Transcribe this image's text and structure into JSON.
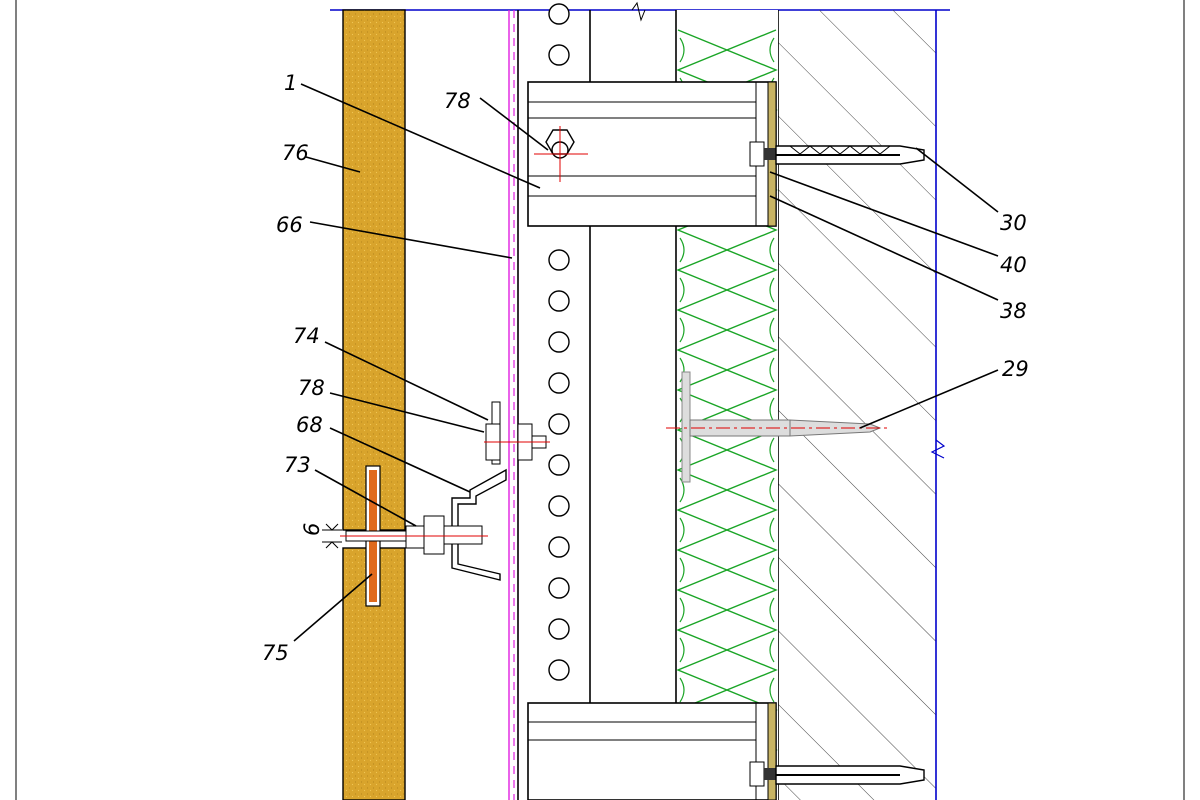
{
  "drawing": {
    "callouts": {
      "c1": "1",
      "c76": "76",
      "c66": "66",
      "c78a": "78",
      "c74": "74",
      "c78b": "78",
      "c68": "68",
      "c73": "73",
      "c75": "75",
      "c30": "30",
      "c40": "40",
      "c38": "38",
      "c29": "29"
    },
    "dimension": {
      "gap": "6"
    },
    "colors": {
      "cladding": "#d9a42c",
      "insulation": "#1aa526",
      "membrane": "#e020e0",
      "frame_blue": "#0000cc",
      "centerline_red": "#e00000",
      "pin_orange": "#e06a1c",
      "concrete_hatch": "#000000"
    }
  }
}
